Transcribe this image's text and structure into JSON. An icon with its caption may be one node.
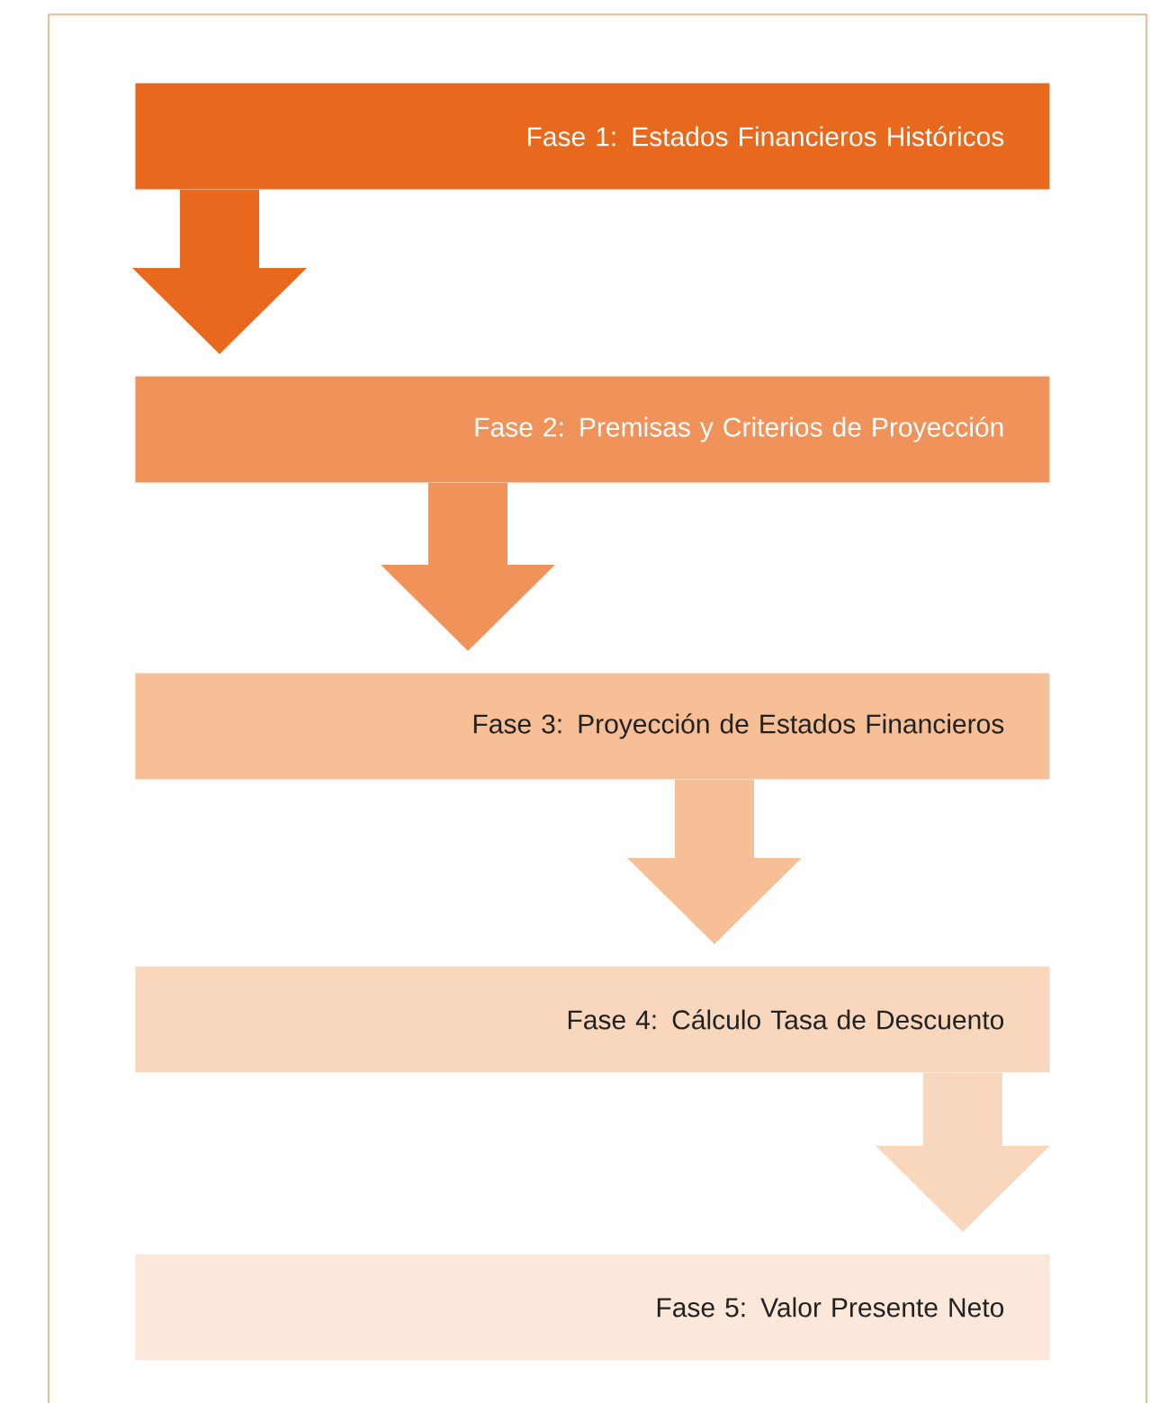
{
  "diagram": {
    "nodes": [
      {
        "text": [
          "Fase 1: Estados Financieros Históricos"
        ]
      },
      {
        "text": [
          "Fase 2: Premisas y Criterios de Proyección"
        ]
      },
      {
        "text": [
          "Fase 3: Proyección de Estados Financieros"
        ]
      },
      {
        "text": [
          "Fase 4: Cálculo Tasa de Descuento"
        ]
      },
      {
        "text": [
          "Fase 5: Valor Presente Neto"
        ]
      }
    ],
    "edges": [
      {
        "from": 0,
        "to": 1,
        "arrow": "to",
        "color": "#e8691e"
      },
      {
        "from": 1,
        "to": 2,
        "arrow": "to",
        "color": "#f0935a"
      },
      {
        "from": 2,
        "to": 3,
        "arrow": "to",
        "color": "#f6bf96"
      },
      {
        "from": 3,
        "to": 4,
        "arrow": "to",
        "color": "#f9d7bd"
      }
    ]
  }
}
